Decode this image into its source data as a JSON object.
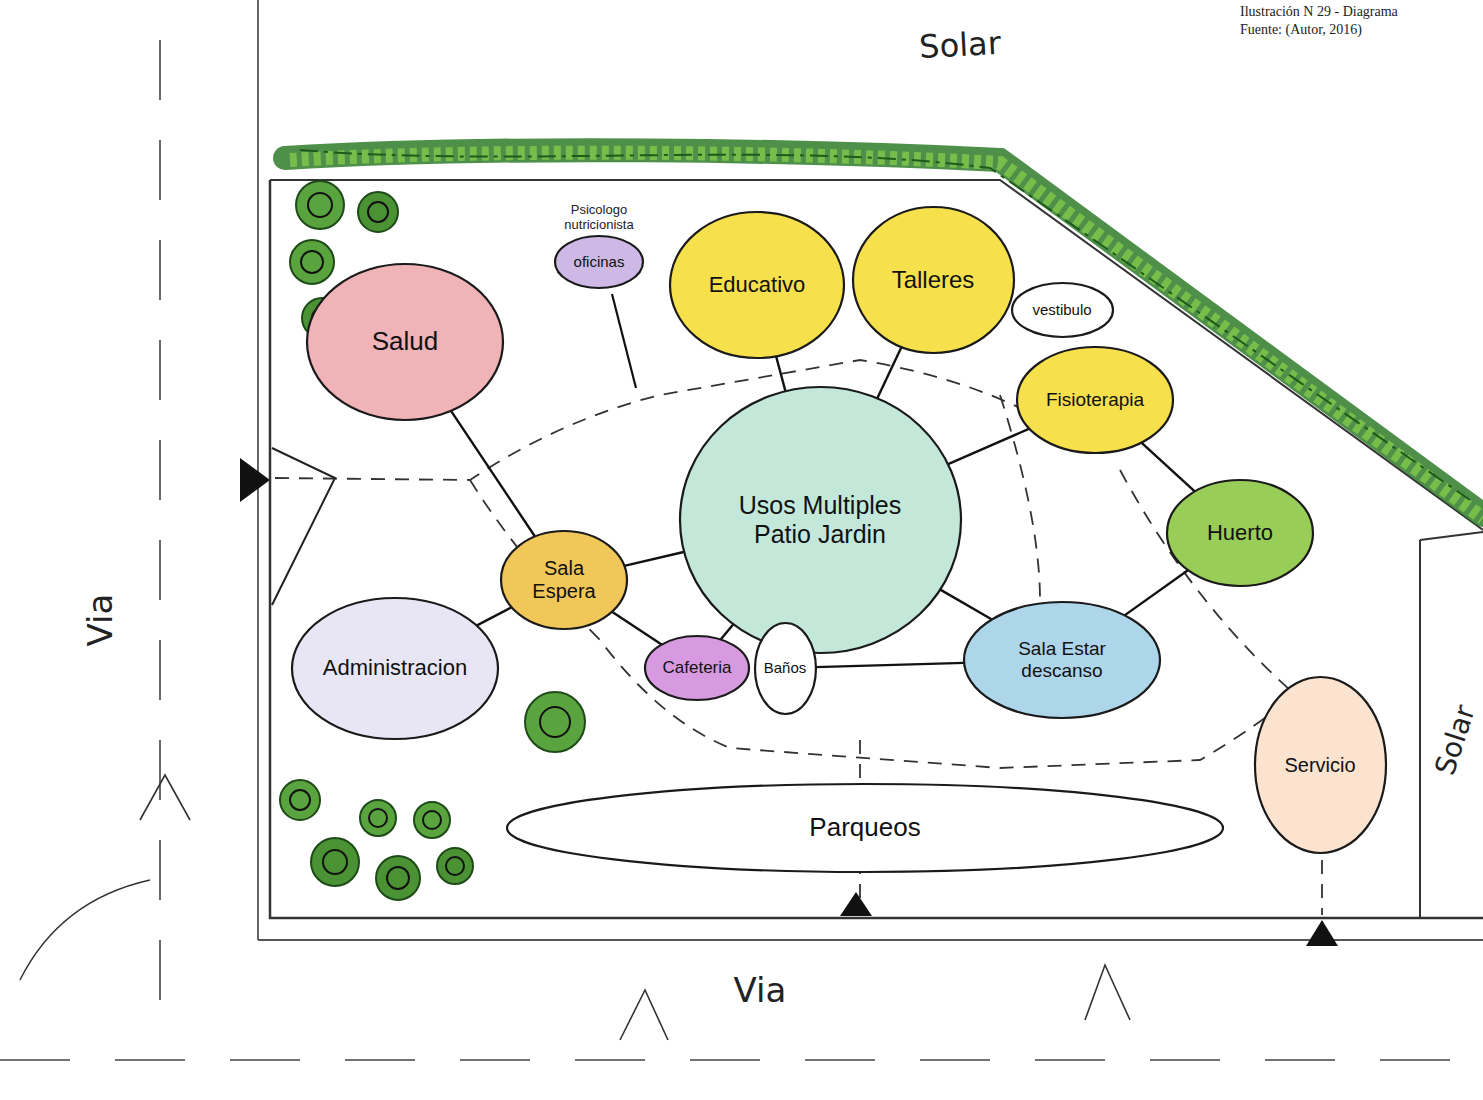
{
  "diagram": {
    "nodes": [
      {
        "text": [
          "Salud"
        ]
      },
      {
        "text": [
          "Psicologo nutricionista",
          "oficinas"
        ]
      },
      {
        "text": [
          "Educativo"
        ]
      },
      {
        "text": [
          "Talleres"
        ]
      },
      {
        "text": [
          "vestibulo"
        ]
      },
      {
        "text": [
          "Fisioterapia"
        ]
      },
      {
        "text": [
          "Usos Multiples",
          "Patio Jardin"
        ]
      },
      {
        "text": [
          "Sala Espera"
        ]
      },
      {
        "text": [
          "Administracion"
        ]
      },
      {
        "text": [
          "Cafeteria"
        ]
      },
      {
        "text": [
          "Baños"
        ]
      },
      {
        "text": [
          "Sala Estar descanso"
        ]
      },
      {
        "text": [
          "Huerto"
        ]
      },
      {
        "text": [
          "Servicio"
        ]
      },
      {
        "text": [
          "Parqueos"
        ]
      }
    ],
    "edges": [
      {
        "from": 0,
        "to": 7,
        "arrow": "none"
      },
      {
        "from": 2,
        "to": 6,
        "arrow": "none"
      },
      {
        "from": 3,
        "to": 6,
        "arrow": "none"
      },
      {
        "from": 6,
        "to": 5,
        "arrow": "none"
      },
      {
        "from": 5,
        "to": 12,
        "arrow": "none"
      },
      {
        "from": 12,
        "to": 11,
        "arrow": "none"
      },
      {
        "from": 6,
        "to": 11,
        "arrow": "none"
      },
      {
        "from": 6,
        "to": 7,
        "arrow": "none"
      },
      {
        "from": 6,
        "to": 9,
        "arrow": "none"
      },
      {
        "from": 7,
        "to": 8,
        "arrow": "none"
      },
      {
        "from": 7,
        "to": 9,
        "arrow": "none"
      },
      {
        "from": 10,
        "to": 11,
        "arrow": "none"
      }
    ],
    "labels": [
      "Ilustración N 29 - Diagrama",
      "Fuente: (Autor, 2016)",
      "Solar",
      "Solar",
      "Via",
      "Via"
    ]
  }
}
